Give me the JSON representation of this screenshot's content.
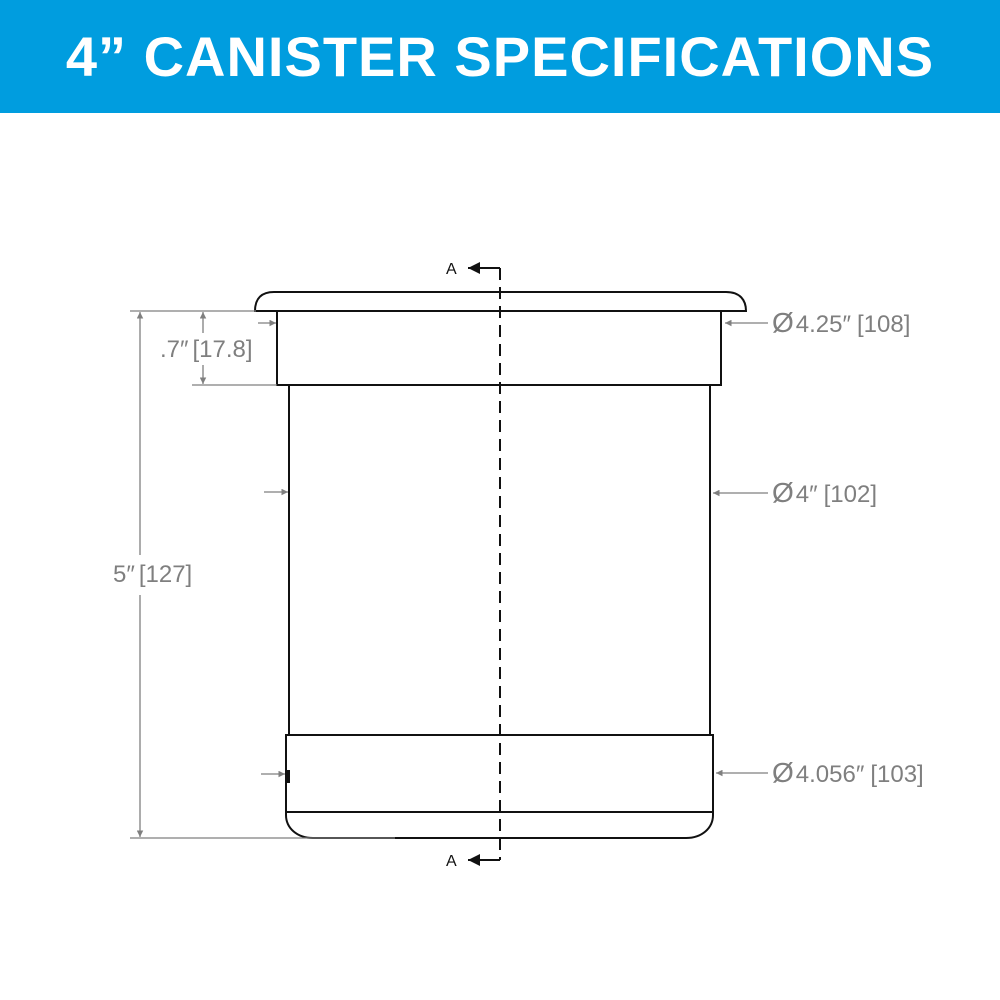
{
  "header": {
    "title": "4” CANISTER SPECIFICATIONS",
    "background_color": "#009ddf",
    "text_color": "#ffffff"
  },
  "drawing": {
    "section_label_top": "A",
    "section_label_bottom": "A",
    "line_color": "#111111",
    "dimension_color": "#7f7f7f",
    "dimensions": {
      "flange_diameter": {
        "symbol": "Ø",
        "imperial": "4.25″",
        "metric": "[108]"
      },
      "body_diameter": {
        "symbol": "Ø",
        "imperial": "4″",
        "metric": "[102]"
      },
      "base_diameter": {
        "symbol": "Ø",
        "imperial": "4.056″",
        "metric": "[103]"
      },
      "collar_height": {
        "imperial": ".7″",
        "metric": "[17.8]"
      },
      "overall_height": {
        "imperial": "5″",
        "metric": "[127]"
      }
    }
  }
}
